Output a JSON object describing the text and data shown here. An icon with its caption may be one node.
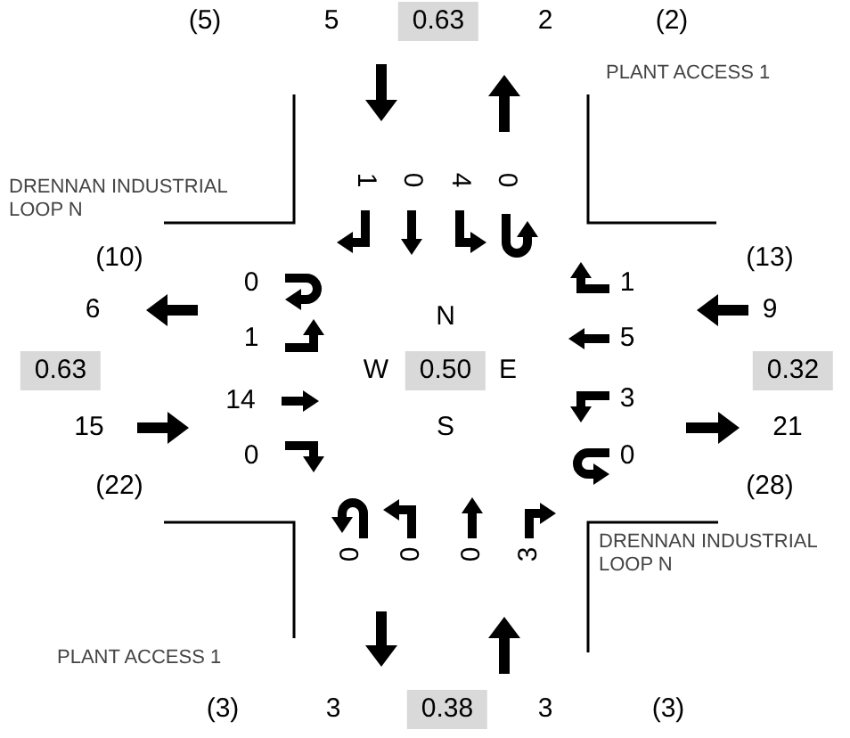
{
  "diagram": {
    "labels": [
      "(5)",
      "5",
      "0.63",
      "2",
      "(2)",
      "PLANT ACCESS 1",
      "DRENNAN INDUSTRIAL LOOP N",
      "1",
      "0",
      "4",
      "0",
      "(10)",
      "(13)",
      "0",
      "1",
      "6",
      "9",
      "1",
      "N",
      "5",
      "0.63",
      "W",
      "0.50",
      "E",
      "0.32",
      "14",
      "3",
      "15",
      "S",
      "21",
      "0",
      "0",
      "(22)",
      "(28)",
      "0",
      "0",
      "0",
      "3",
      "DRENNAN INDUSTRIAL LOOP N",
      "PLANT ACCESS 1",
      "(3)",
      "3",
      "0.38",
      "3",
      "(3)"
    ]
  }
}
